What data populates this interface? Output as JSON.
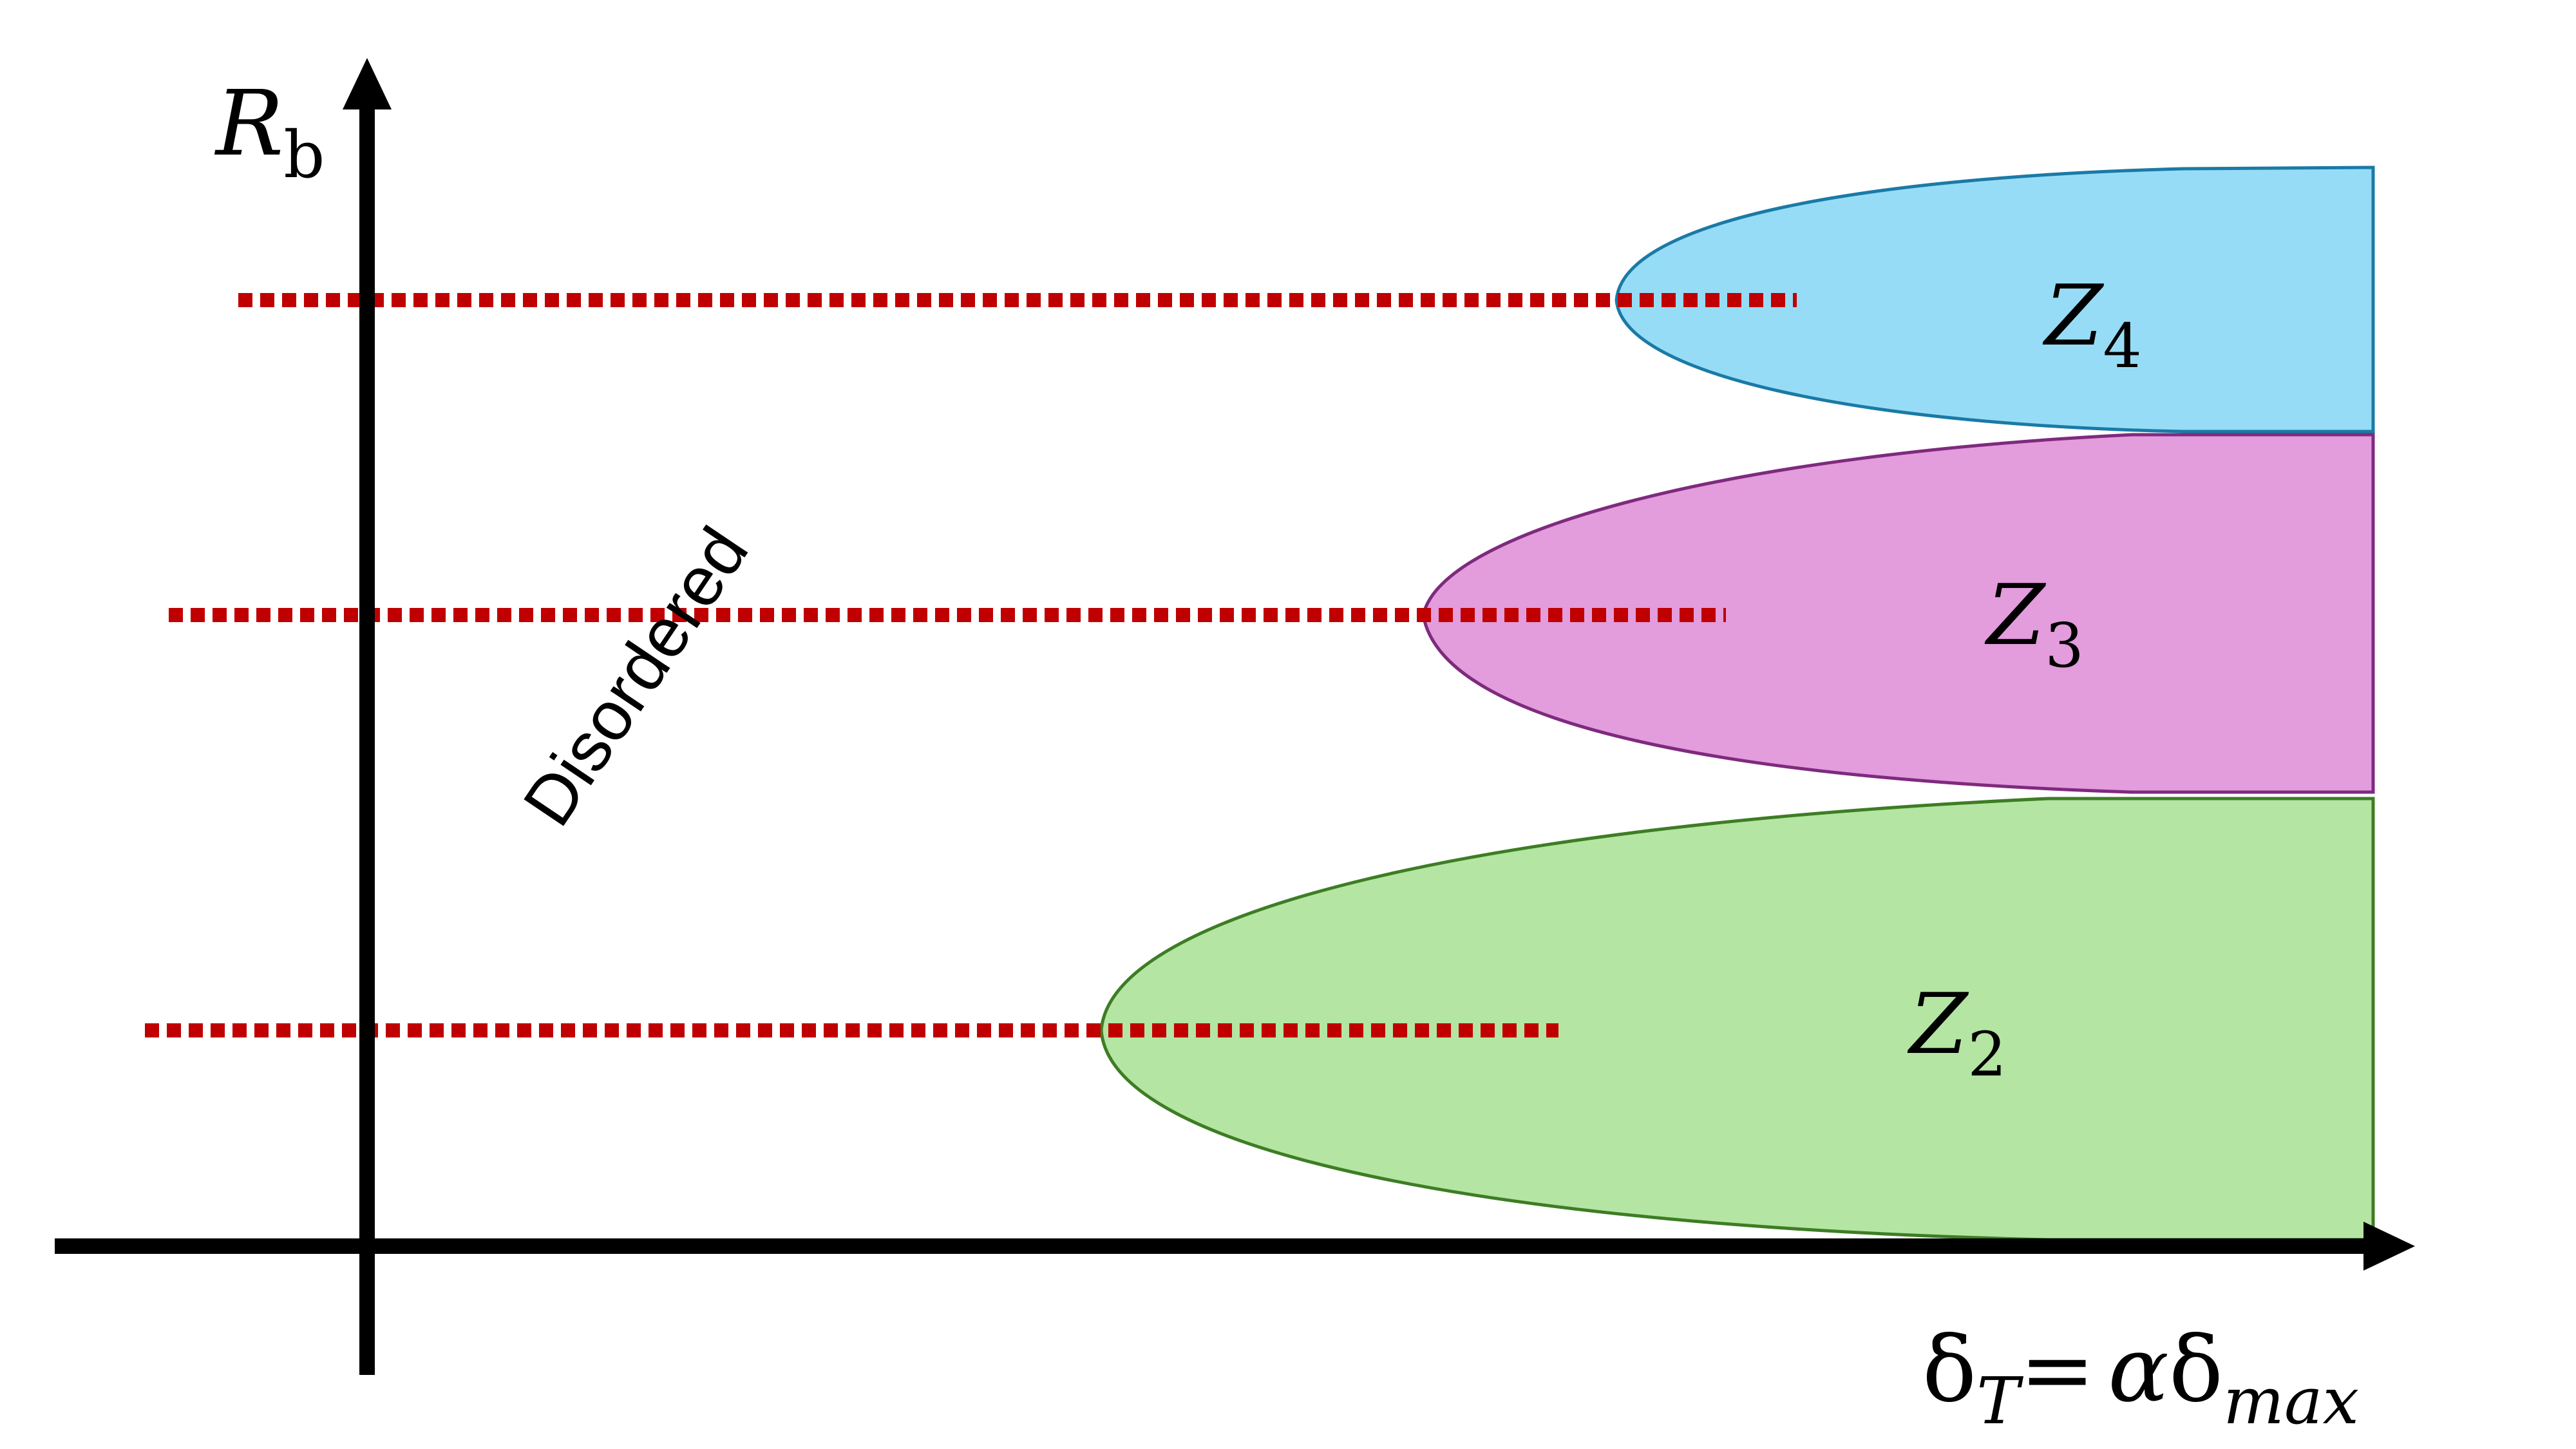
{
  "axes": {
    "y_label": {
      "main": "R",
      "sub": "b"
    },
    "x_label": {
      "lhs_main": "δ",
      "lhs_sub": "T",
      "equals": "=",
      "rhs_coef": "α",
      "rhs_main": "δ",
      "rhs_sub": "max"
    }
  },
  "regions": [
    {
      "id": "z4",
      "main": "Z",
      "sub": "4",
      "fill": "#97dcf6",
      "stroke": "#1a7aa6"
    },
    {
      "id": "z3",
      "main": "Z",
      "sub": "3",
      "fill": "#e39cdc",
      "stroke": "#7e2a7e"
    },
    {
      "id": "z2",
      "main": "Z",
      "sub": "2",
      "fill": "#b4e5a2",
      "stroke": "#3d7d24"
    }
  ],
  "phase_label": "Disordered",
  "colors": {
    "axis": "#000000",
    "dotted_line": "#c00000"
  }
}
